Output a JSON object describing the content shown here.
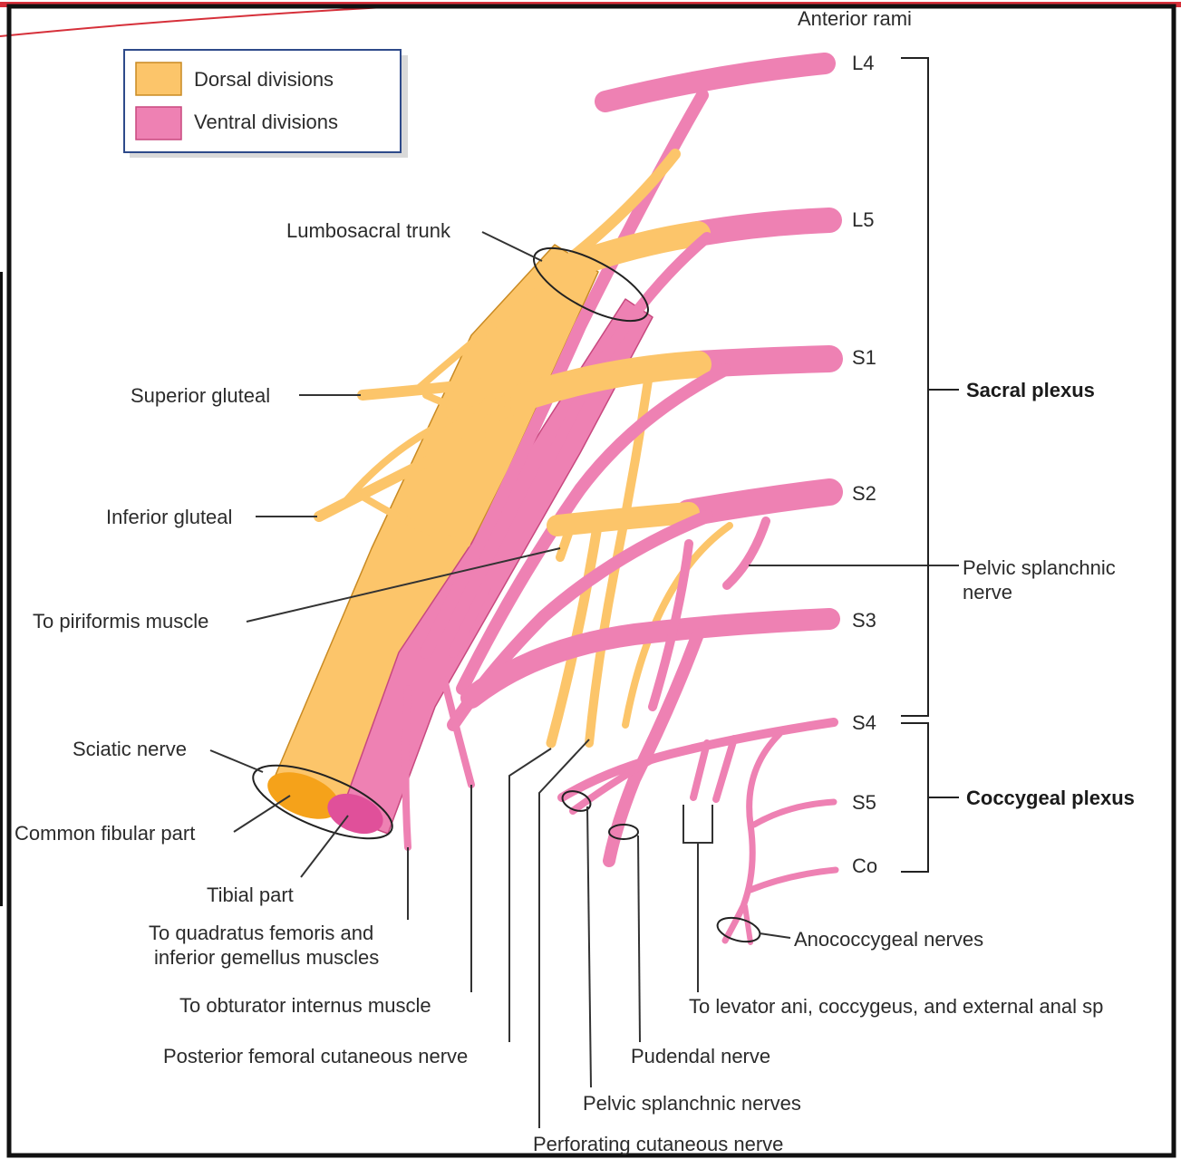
{
  "colors": {
    "dorsal": "#fcc56a",
    "ventral": "#ee81b3",
    "outline": "#c98a22",
    "ventral_outline": "#c8487f",
    "frame": "#111111",
    "accent": "#d6303a"
  },
  "legend": {
    "dorsal_label": "Dorsal divisions",
    "ventral_label": "Ventral divisions"
  },
  "header": {
    "anterior_rami": "Anterior rami"
  },
  "rami": {
    "l4": "L4",
    "l5": "L5",
    "s1": "S1",
    "s2": "S2",
    "s3": "S3",
    "s4": "S4",
    "s5": "S5",
    "co": "Co"
  },
  "groups": {
    "sacral_plexus": "Sacral plexus",
    "coccygeal_plexus": "Coccygeal plexus"
  },
  "labels": {
    "lumbosacral_trunk": "Lumbosacral trunk",
    "superior_gluteal": "Superior gluteal",
    "inferior_gluteal": "Inferior gluteal",
    "to_piriformis": "To piriformis muscle",
    "sciatic_nerve": "Sciatic nerve",
    "common_fibular_part": "Common fibular part",
    "tibial_part": "Tibial part",
    "to_quadratus_line1": "To quadratus femoris and",
    "to_quadratus_line2": "inferior gemellus muscles",
    "to_obturator": "To obturator internus muscle",
    "posterior_femoral": "Posterior femoral cutaneous nerve",
    "pelvic_splanchnic_nerve_line1": "Pelvic splanchnic",
    "pelvic_splanchnic_nerve_line2": "nerve",
    "pudendal": "Pudendal nerve",
    "pelvic_splanchnic_nerves": "Pelvic splanchnic nerves",
    "perforating_cutaneous": "Perforating cutaneous nerve",
    "anococcygeal": "Anococcygeal nerves",
    "to_levator": "To levator ani, coccygeus, and external anal sp"
  }
}
